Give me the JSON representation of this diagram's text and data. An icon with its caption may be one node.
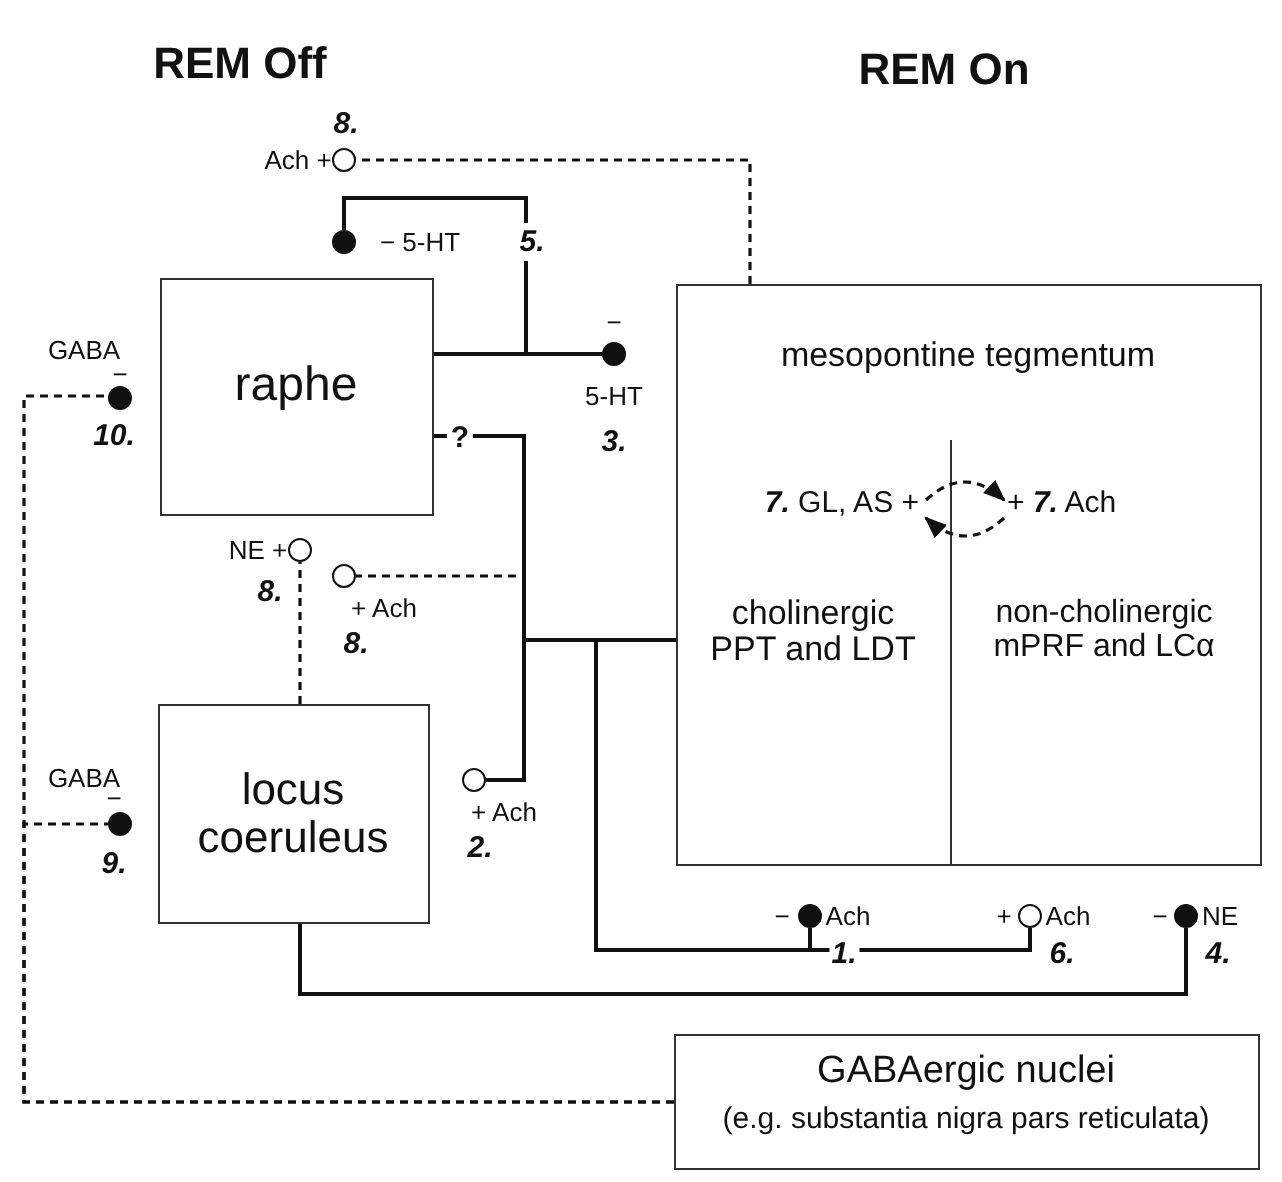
{
  "diagram": {
    "nodes": [
      {
        "text": [
          "raphe"
        ]
      },
      {
        "text": [
          "locus coeruleus"
        ]
      },
      {
        "text": [
          "mesopontine tegmentum"
        ]
      },
      {
        "text": [
          "**7.** GL, AS +",
          "cholinergic PPT and LDT"
        ],
        "in": 2
      },
      {
        "text": [
          "+ **7.** Ach",
          "non-cholinergic mPRF and LCα"
        ],
        "in": 2
      },
      {
        "text": [
          "GABAergic nuclei",
          "(e.g. substantia nigra pars reticulata)"
        ]
      },
      {
        "text": [],
        "shape": "circle",
        "beside": [
          "**8.**",
          "Ach +"
        ]
      },
      {
        "text": [],
        "shape": "circle",
        "beside": [
          "− 5-HT",
          "**5.**"
        ]
      },
      {
        "text": [],
        "shape": "circle",
        "beside": [
          "−",
          "5-HT",
          "**3.**"
        ]
      },
      {
        "text": [],
        "shape": "circle",
        "beside": [
          "GABA",
          "−",
          "**10.**"
        ]
      },
      {
        "text": [],
        "shape": "circle",
        "beside": [
          "NE +",
          "**8.**"
        ]
      },
      {
        "text": [],
        "shape": "circle",
        "beside": [
          "+ Ach",
          "**8.**"
        ]
      },
      {
        "text": [],
        "shape": "circle",
        "beside": [
          "GABA",
          "−",
          "**9.**"
        ]
      },
      {
        "text": [],
        "shape": "circle",
        "beside": [
          "+ Ach",
          "**2.**"
        ]
      },
      {
        "text": [],
        "shape": "circle",
        "beside": [
          "−",
          "Ach",
          "**1.**"
        ]
      },
      {
        "text": [],
        "shape": "circle",
        "beside": [
          "+",
          "Ach",
          "**6.**"
        ]
      },
      {
        "text": [],
        "shape": "circle",
        "beside": [
          "−",
          "NE",
          "**4.**"
        ]
      }
    ],
    "edges": [
      {
        "from": 2,
        "to": 6,
        "arrow": "none",
        "style": "dashed"
      },
      {
        "from": 0,
        "to": 7,
        "arrow": "none"
      },
      {
        "from": 0,
        "to": 8,
        "arrow": "none"
      },
      {
        "from": 5,
        "to": 9,
        "arrow": "none",
        "style": "dashed"
      },
      {
        "from": 5,
        "to": 12,
        "arrow": "none",
        "style": "dashed"
      },
      {
        "from": 1,
        "to": 10,
        "arrow": "none",
        "style": "dashed"
      },
      {
        "from": 3,
        "to": 11,
        "arrow": "none",
        "style": "dashed"
      },
      {
        "from": 3,
        "to": 0,
        "arrow": "none",
        "label": "?"
      },
      {
        "from": 3,
        "to": 13,
        "arrow": "none"
      },
      {
        "from": 3,
        "to": 14,
        "arrow": "none"
      },
      {
        "from": 3,
        "to": 15,
        "arrow": "none"
      },
      {
        "from": 1,
        "to": 16,
        "arrow": "none"
      },
      {
        "from": 3,
        "to": 4,
        "arrow": "to",
        "style": "dashed"
      },
      {
        "from": 4,
        "to": 3,
        "arrow": "to",
        "style": "dashed"
      }
    ],
    "labels": [
      "REM Off",
      "REM On"
    ]
  }
}
